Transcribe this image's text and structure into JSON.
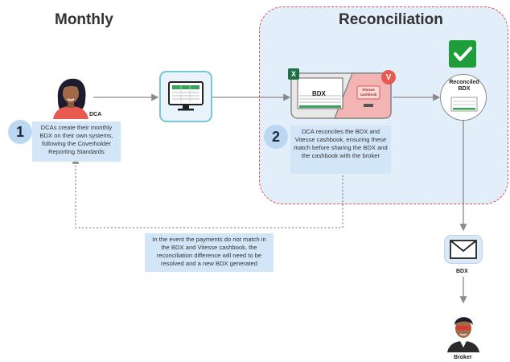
{
  "sections": {
    "monthly": "Monthly",
    "reconciliation": "Reconciliation"
  },
  "steps": [
    {
      "number": "1",
      "text": "DCAs create their monthly BDX on their own systems, following the Coverholder Reporting Standards"
    },
    {
      "number": "2",
      "text": "DCA reconciles the BDX and Vitesse cashbook, ensuring these match before sharing the BDX and the cashbook with the broker"
    }
  ],
  "mismatch_note": "In the event the payments do not match in the BDX and Vitesse cashbook, the reconciliation difference will need to be resolved and a new BDX generated",
  "labels": {
    "dca": "DCA",
    "bdx_sheet": "BDX",
    "vitesse_cashbook": "Vitesse cashbook",
    "reconciled_bdx": "Reconciled BDX",
    "bdx_email": "BDX",
    "broker": "Broker",
    "excel_letter": "X",
    "vitesse_letter": "V"
  },
  "colors": {
    "accent_red": "#e0544d",
    "zone_fill": "#e3eefb",
    "note_fill": "#d3e6f7",
    "badge_fill": "#bcd7f2",
    "check_green": "#1f9d3a",
    "excel_green": "#1e7145",
    "arrow_gray": "#8a8a8a"
  }
}
